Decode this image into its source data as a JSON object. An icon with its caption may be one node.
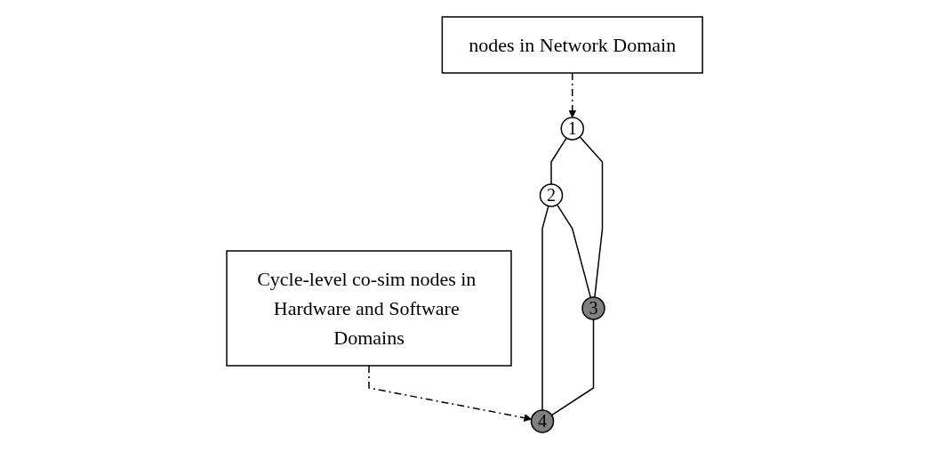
{
  "diagram": {
    "nodes": [
      {
        "text": [
          "nodes in Network Domain"
        ]
      },
      {
        "text": [
          "Cycle-level co-sim nodes in Hardware and Software Domains"
        ]
      },
      {
        "text": [
          "1"
        ]
      },
      {
        "text": [
          "2"
        ]
      },
      {
        "text": [
          "3"
        ]
      },
      {
        "text": [
          "4"
        ]
      }
    ],
    "edges": [
      {
        "from": 0,
        "to": 2,
        "arrow": "to",
        "style": "dashed"
      },
      {
        "from": 1,
        "to": 5,
        "arrow": "to",
        "style": "dashed"
      },
      {
        "from": 2,
        "to": 3,
        "arrow": "none"
      },
      {
        "from": 3,
        "to": 5,
        "arrow": "none"
      },
      {
        "from": 3,
        "to": 4,
        "arrow": "none"
      },
      {
        "from": 2,
        "to": 4,
        "arrow": "none"
      },
      {
        "from": 4,
        "to": 5,
        "arrow": "none"
      }
    ]
  }
}
